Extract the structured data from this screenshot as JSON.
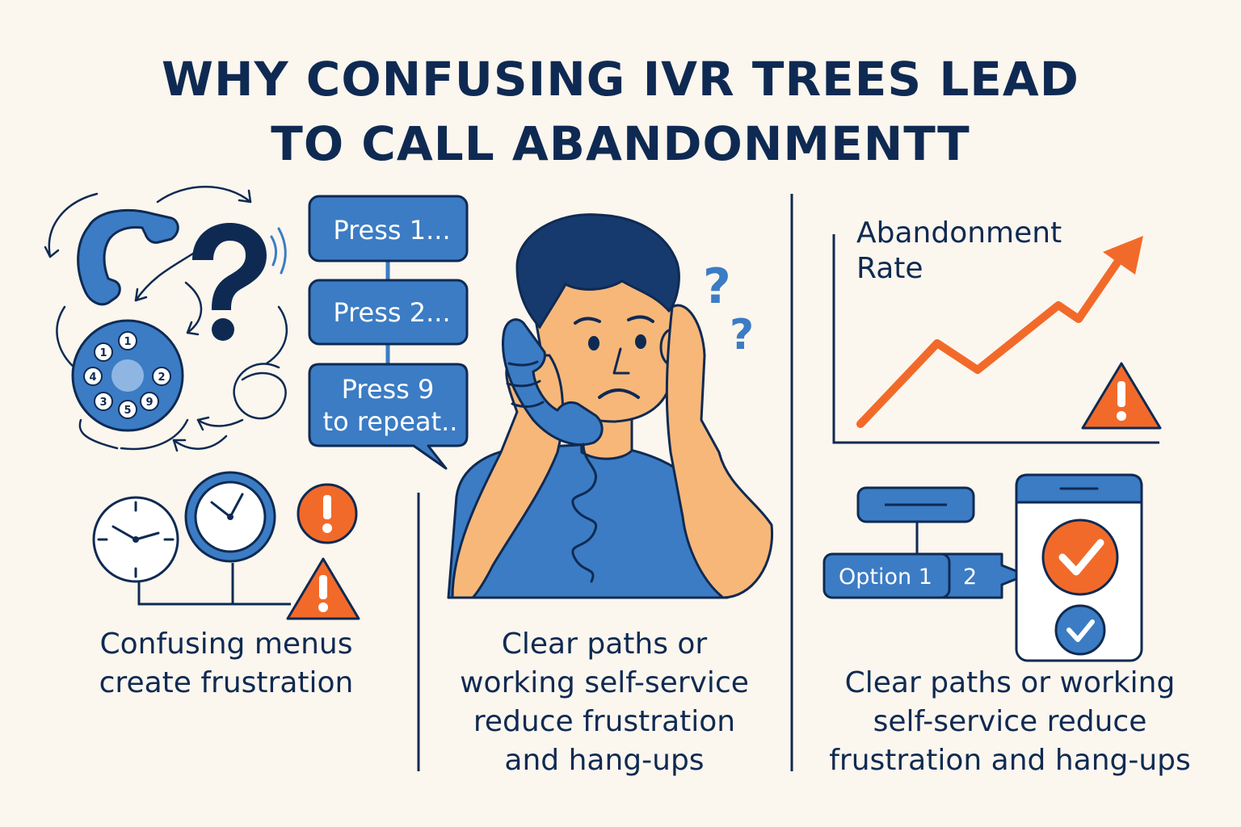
{
  "title": {
    "line1": "WHY CONFUSING IVR TREES LEAD",
    "line2": "TO CALL ABANDONMENTT"
  },
  "menu": {
    "press1": "Press 1...",
    "press2": "Press 2...",
    "press9_line1": "Press 9",
    "press9_line2": "to repeat.."
  },
  "dial": {
    "digits": [
      "1",
      "1",
      "2",
      "9",
      "5",
      "3",
      "4"
    ]
  },
  "chart_data": {
    "type": "line",
    "title_line1": "Abandonment",
    "title_line2": "Rate",
    "trend": "rising"
  },
  "options": {
    "option1": "Option 1",
    "option2": "2"
  },
  "captions": {
    "left_line1": "Confusing menus",
    "left_line2": "create frustration",
    "middle_line1": "Clear paths or",
    "middle_line2": "working self-service",
    "middle_line3": "reduce frustration",
    "middle_line4": "and hang-ups",
    "right_line1": "Clear paths or working",
    "right_line2": "self-service reduce",
    "right_line3": "frustration and hang-ups"
  },
  "colors": {
    "navy": "#0f2a52",
    "blue": "#3b7cc4",
    "orange": "#f26a2a",
    "skin": "#f7b779",
    "background": "#fbf6ee"
  },
  "icons": [
    "phone-handset-icon",
    "question-mark-icon",
    "rotary-dial-icon",
    "clock-icon",
    "alert-icon",
    "warning-icon",
    "check-icon",
    "smartphone-icon"
  ]
}
